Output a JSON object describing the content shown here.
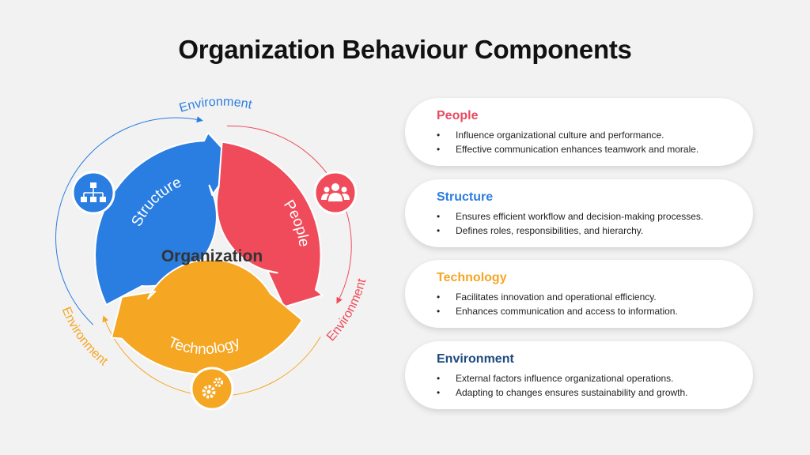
{
  "title": "Organization Behaviour Components",
  "center_label": "Organization",
  "ring_labels": {
    "structure": "Structure",
    "people": "People",
    "technology": "Technology"
  },
  "environment_labels": {
    "top": "Environment",
    "right": "Environment",
    "left": "Environment"
  },
  "icons": {
    "structure": "org-chart-icon",
    "people": "team-icon",
    "technology": "gears-icon"
  },
  "colors": {
    "blue": "#2a7de1",
    "red": "#f04b5a",
    "orange": "#f5a623",
    "navy": "#1c4a7e"
  },
  "cards": [
    {
      "title": "People",
      "color": "#e84a5f",
      "bullets": [
        "Influence organizational culture and performance.",
        "Effective communication enhances teamwork and morale."
      ]
    },
    {
      "title": "Structure",
      "color": "#2a7de1",
      "bullets": [
        "Ensures efficient workflow and decision-making processes.",
        "Defines roles, responsibilities, and hierarchy."
      ]
    },
    {
      "title": "Technology",
      "color": "#f5a623",
      "bullets": [
        "Facilitates innovation and operational efficiency.",
        "Enhances communication and access to information."
      ]
    },
    {
      "title": "Environment",
      "color": "#1c4a7e",
      "bullets": [
        "External factors influence organizational operations.",
        "Adapting to changes ensures sustainability and growth."
      ]
    }
  ]
}
